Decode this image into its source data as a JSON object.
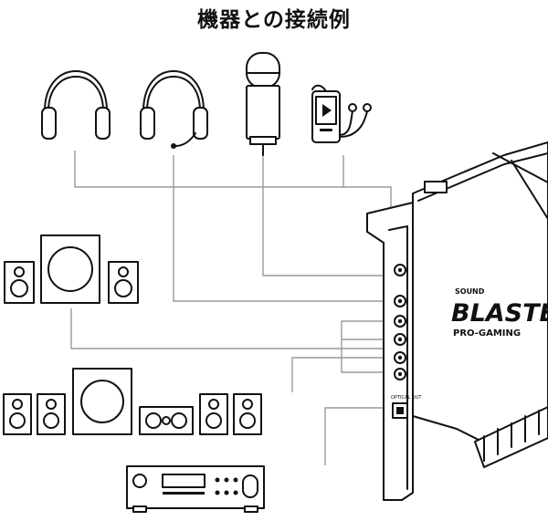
{
  "title": "機器との接続例",
  "card": {
    "brand_small": "SOUND",
    "brand_main": "BLASTER",
    "brand_sub": "PRO-GAMING",
    "optical_label": "OPTICAL OUT"
  }
}
